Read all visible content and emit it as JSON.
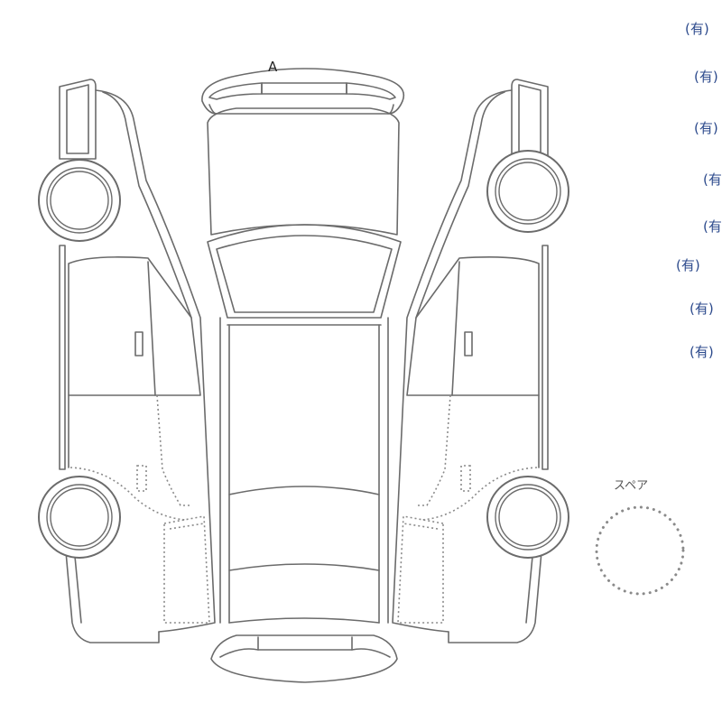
{
  "diagram": {
    "top_label": "A",
    "spare_label": "スペア"
  },
  "markers": [
    {
      "label": "(有)"
    },
    {
      "label": "(有)"
    },
    {
      "label": "(有)"
    },
    {
      "label": "(有"
    },
    {
      "label": "(有"
    },
    {
      "label": "(有)"
    },
    {
      "label": "(有)"
    },
    {
      "label": "(有)"
    }
  ]
}
